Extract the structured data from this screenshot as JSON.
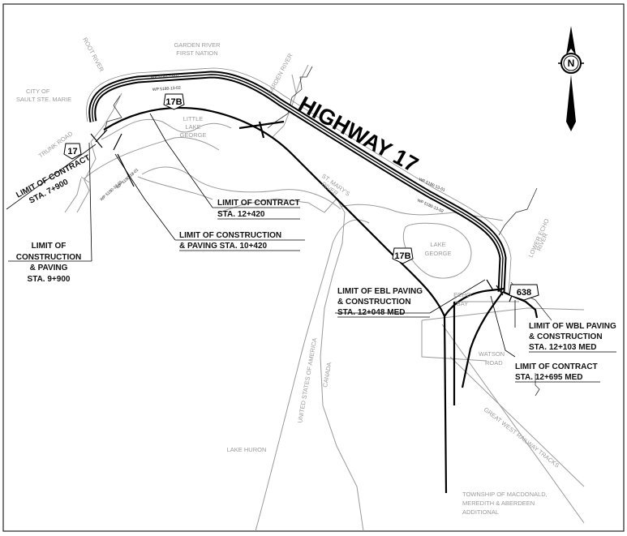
{
  "map": {
    "highway_title": "HIGHWAY 17",
    "places": {
      "garden_river_fn_1": "GARDEN RIVER",
      "garden_river_fn_2": "FIRST NATION",
      "city_1": "CITY OF",
      "city_2": "SAULT STE. MARIE",
      "root_river": "ROOT RIVER",
      "garden_river": "GARDEN RIVER",
      "trunk_road": "TRUNK ROAD",
      "little_lake_george_1": "LITTLE",
      "little_lake_george_2": "LAKE",
      "little_lake_george_3": "GEORGE",
      "st_marys_1": "ST. MARY'S",
      "st_marys_2": "RIVER",
      "lake_george_1": "LAKE",
      "lake_george_2": "GEORGE",
      "lower_echo_1": "LOWER ECHO",
      "lower_echo_2": "RIVER",
      "echo_bay_1": "ECHO",
      "echo_bay_2": "BAY",
      "watson_road_1": "WATSON",
      "watson_road_2": "ROAD",
      "usa": "UNITED STATES OF AMERICA",
      "canada": "CANADA",
      "lake_huron": "LAKE HURON",
      "railway": "GREAT WEST RAILWAY TRACKS",
      "township_1": "TOWNSHIP OF MACDONALD,",
      "township_2": "MEREDITH & ABERDEEN",
      "township_3": "ADDITIONAL"
    },
    "shields": {
      "hwy17": "17",
      "hwy17b_west": "17B",
      "hwy17b_south": "17B",
      "hwy638": "638"
    },
    "wp": {
      "wp1": "WP 5180-13-01",
      "wp2": "WP 5180-13-02",
      "wp3": "WP 5180-13-01",
      "wp4": "WP 5180-13-02",
      "wp5": "WP 5180-18-01",
      "wp6": "WP 5180-18-01"
    },
    "limits": {
      "contract_west_1": "LIMIT OF CONTRACT",
      "contract_west_2": "STA. 7+900",
      "contract_12420_1": "LIMIT OF CONTRACT",
      "contract_12420_2": "STA. 12+420",
      "construction_10420_1": "LIMIT OF CONSTRUCTION",
      "construction_10420_2": "& PAVING STA. 10+420",
      "construction_9900_1": "LIMIT OF",
      "construction_9900_2": "CONSTRUCTION",
      "construction_9900_3": "& PAVING",
      "construction_9900_4": "STA. 9+900",
      "ebl_1": "LIMIT OF EBL PAVING",
      "ebl_2": "& CONSTRUCTION",
      "ebl_3": "STA. 12+048 MED",
      "wbl_1": "LIMIT OF  WBL PAVING",
      "wbl_2": "& CONSTRUCTION",
      "wbl_3": "STA. 12+103 MED",
      "contract_12695_1": "LIMIT OF CONTRACT",
      "contract_12695_2": "STA. 12+695 MED"
    },
    "north_arrow_letter": "N"
  }
}
